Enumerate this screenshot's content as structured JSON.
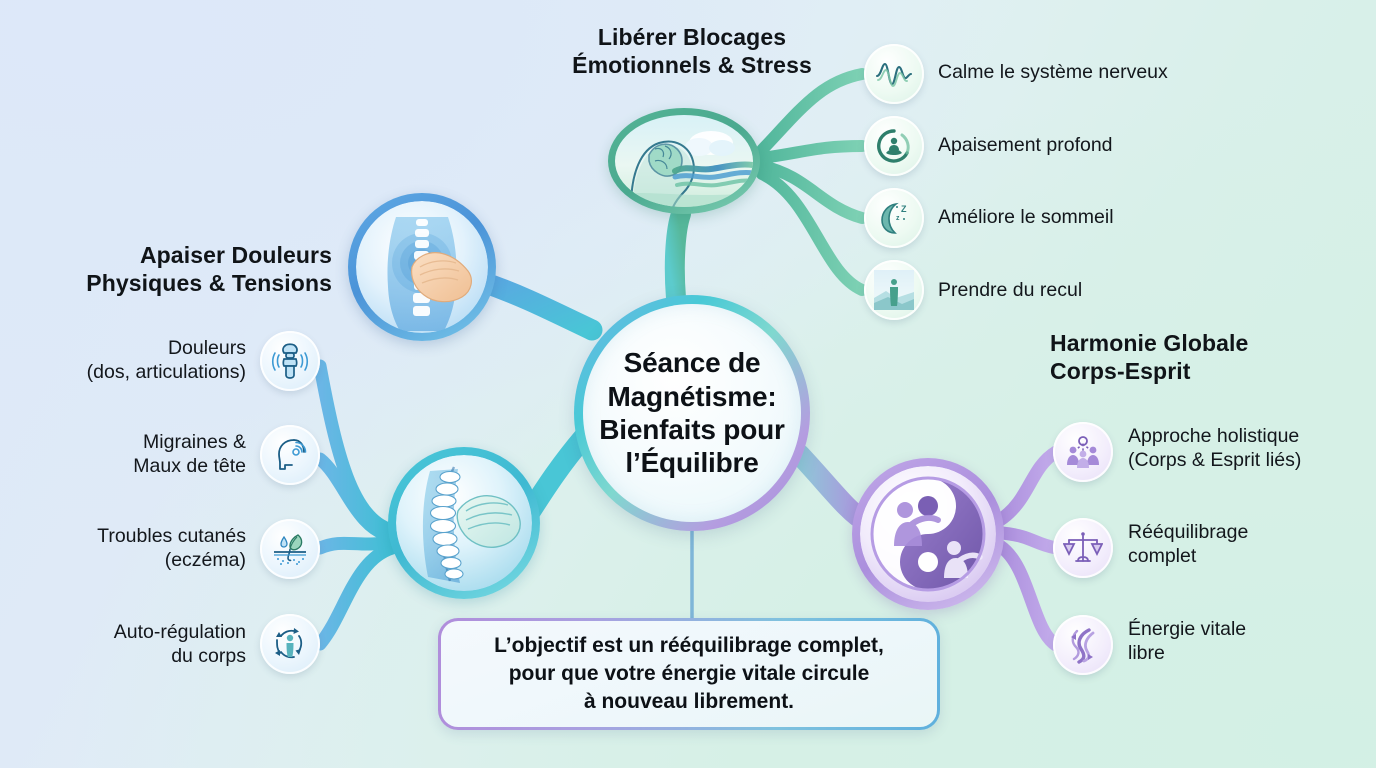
{
  "center": {
    "title": "Séance de Magnétisme: Bienfaits pour l’Équilibre"
  },
  "branches": [
    {
      "id": "physical",
      "title": "Apaiser Douleurs\nPhysiques & Tensions",
      "title_line1": "Apaiser Douleurs",
      "title_line2": "Physiques & Tensions",
      "accent": "#4b93d8",
      "node_icon": "hand-on-back-icon",
      "items": [
        {
          "label_line1": "Douleurs",
          "label_line2": "(dos, articulations)",
          "icon": "joint-pain-icon"
        },
        {
          "label_line1": "Migraines &",
          "label_line2": "Maux de tête",
          "icon": "headache-head-icon"
        },
        {
          "label_line1": "Troubles cutanés",
          "label_line2": "(eczéma)",
          "icon": "skin-leaf-icon"
        },
        {
          "label_line1": "Auto-régulation",
          "label_line2": "du corps",
          "icon": "self-regulation-cycle-icon"
        }
      ]
    },
    {
      "id": "emotional",
      "title": "Libérer Blocages\nÉmotionnels & Stress",
      "title_line1": "Libérer Blocages",
      "title_line2": "Émotionnels & Stress",
      "accent": "#4aa98f",
      "node_icon": "brain-flow-icon",
      "items": [
        {
          "label_line1": "Calme le système nerveux",
          "label_line2": "",
          "icon": "nerve-wave-icon"
        },
        {
          "label_line1": "Apaisement profond",
          "label_line2": "",
          "icon": "meditation-icon"
        },
        {
          "label_line1": "Améliore le sommeil",
          "label_line2": "",
          "icon": "moon-sleep-icon"
        },
        {
          "label_line1": "Prendre du recul",
          "label_line2": "",
          "icon": "person-horizon-icon"
        }
      ]
    },
    {
      "id": "harmony",
      "title": "Harmonie Globale\nCorps-Esprit",
      "title_line1": "Harmonie Globale",
      "title_line2": "Corps-Esprit",
      "accent": "#ab8fdd",
      "node_icon": "yin-yang-icon",
      "items": [
        {
          "label_line1": "Approche holistique",
          "label_line2": "(Corps & Esprit liés)",
          "icon": "holistic-group-icon"
        },
        {
          "label_line1": "Rééquilibrage",
          "label_line2": "complet",
          "icon": "balance-scale-icon"
        },
        {
          "label_line1": "Énergie vitale",
          "label_line2": "libre",
          "icon": "energy-swirl-icon"
        }
      ]
    }
  ],
  "callout": {
    "line1": "L’objectif est un rééquilibrage complet,",
    "line2": "pour que votre énergie vitale circule",
    "line3": "à nouveau librement."
  },
  "colors": {
    "bg_top_left": "#dde8f8",
    "bg_bottom_right": "#d4efe5",
    "blue": "#4b93d8",
    "teal": "#3fb9d2",
    "green": "#4aa98f",
    "purple": "#ab8fdd",
    "text": "#101418"
  }
}
